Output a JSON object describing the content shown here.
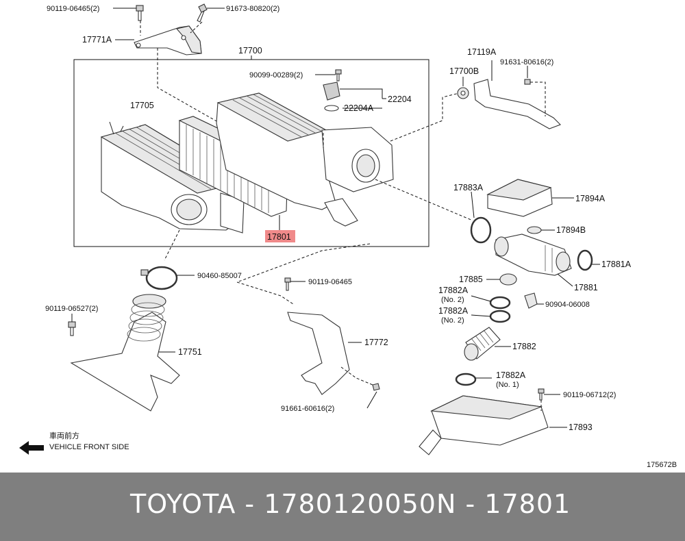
{
  "diagram": {
    "labels": {
      "p90119_06465_2": "90119-06465(2)",
      "p91673_80820_2": "91673-80820(2)",
      "p17771A": "17771A",
      "p17700": "17700",
      "p90099_00289_2": "90099-00289(2)",
      "p22204": "22204",
      "p22204A": "22204A",
      "p17705": "17705",
      "p17801": "17801",
      "p17119A": "17119A",
      "p17700B": "17700B",
      "p91631_80616_2": "91631-80616(2)",
      "p17883A": "17883A",
      "p17894A": "17894A",
      "p17894B": "17894B",
      "p17881A": "17881A",
      "p17881": "17881",
      "p17885": "17885",
      "p17882A_1": "17882A",
      "p17882A_1_qty": "(No. 2)",
      "p17882A_2": "17882A",
      "p17882A_2_qty": "(No. 2)",
      "p90904_06008": "90904-06008",
      "p17882": "17882",
      "p17882A_3": "17882A",
      "p17882A_3_qty": "(No. 1)",
      "p90119_06712_2": "90119-06712(2)",
      "p17893": "17893",
      "p90460_85007": "90460-85007",
      "p90119_06465": "90119-06465",
      "p17772": "17772",
      "p91661_60616_2": "91661-60616(2)",
      "p90119_06527_2": "90119-06527(2)",
      "p17751": "17751",
      "front_jp": "車両前方",
      "front_en": "VEHICLE FRONT SIDE",
      "illustration_id": "175672B"
    },
    "highlight_color": "#f08a8a"
  },
  "footer": {
    "left": "TOYOTA - 1780120050",
    "right": "N - 17801",
    "background": "#7f7f7f",
    "text_color": "#ffffff"
  }
}
